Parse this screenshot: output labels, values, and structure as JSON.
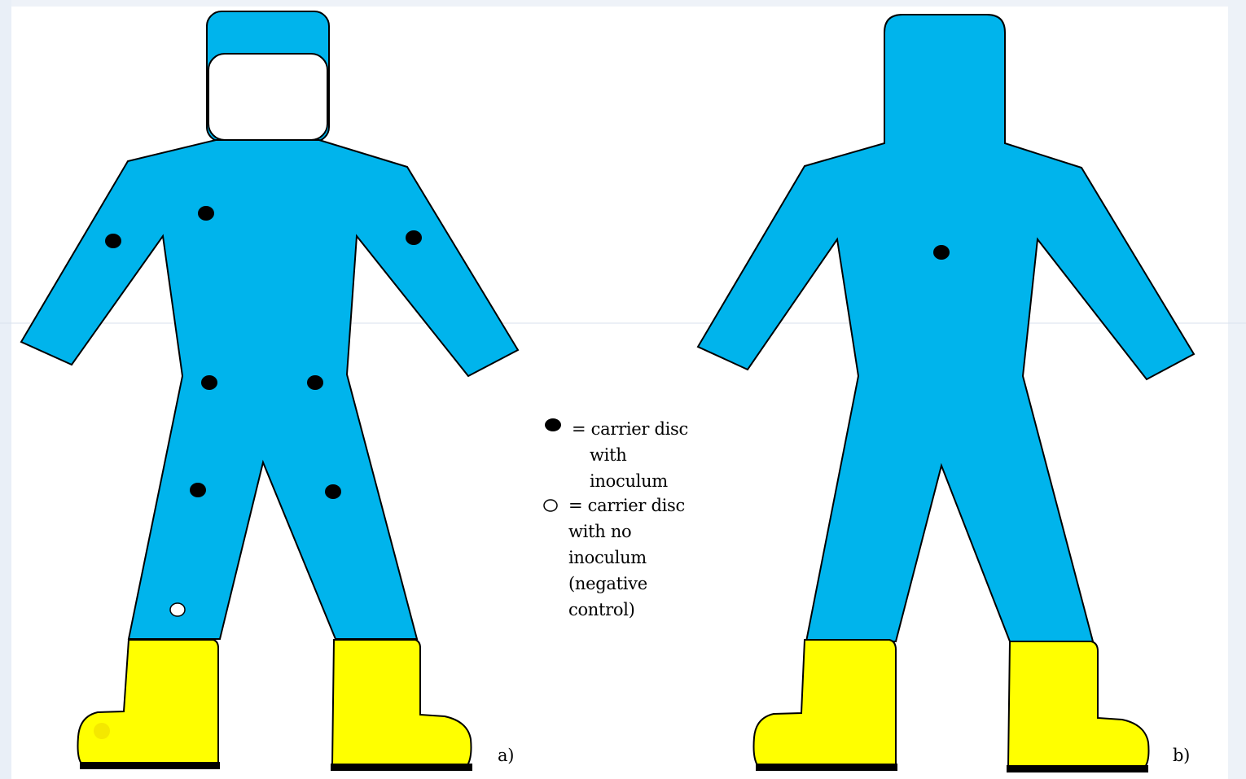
{
  "figure": {
    "colors": {
      "suit": "#00b4ec",
      "boots": "#ffff00",
      "outline": "#000000",
      "visor": "#ffffff",
      "background_tint": "#e6edf6"
    },
    "panels": [
      {
        "id": "front",
        "label": "a)"
      },
      {
        "id": "back",
        "label": "b)"
      }
    ],
    "legend": {
      "filled_marker": {
        "icon": "filled-disc-icon",
        "lines": [
          "= carrier disc",
          "with",
          "inoculum"
        ]
      },
      "open_marker": {
        "icon": "open-disc-icon",
        "lines": [
          "= carrier disc",
          "with no",
          "inoculum",
          "(negative",
          "control)"
        ]
      }
    }
  }
}
